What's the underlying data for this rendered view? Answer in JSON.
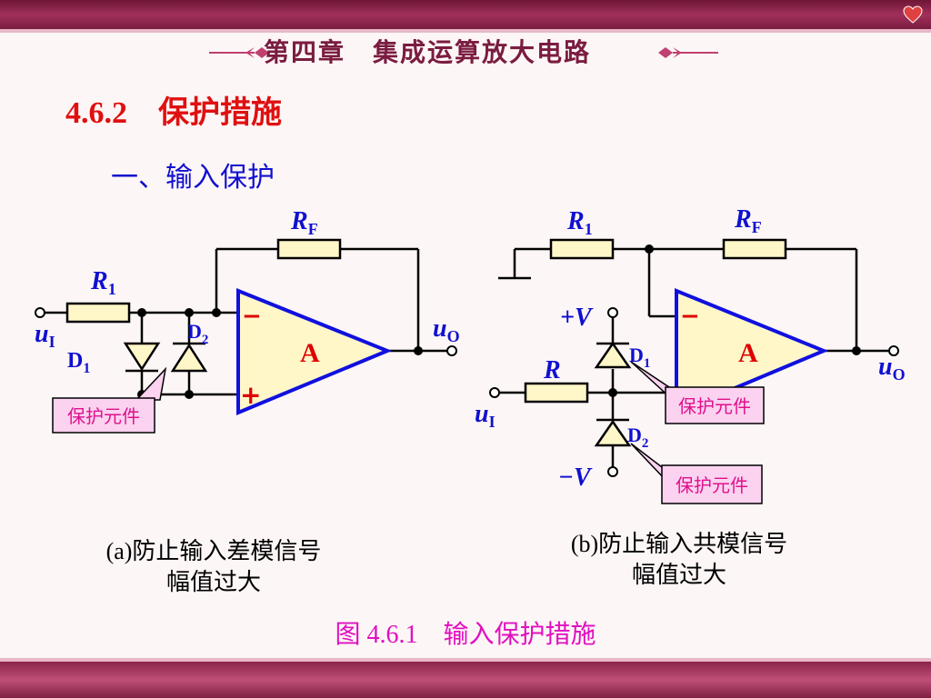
{
  "header": {
    "chapter_title": "第四章　集成运算放大电路"
  },
  "section": {
    "number_title": "4.6.2　保护措施",
    "subtitle": "一、输入保护"
  },
  "circuit_a": {
    "rf": "R",
    "rf_sub": "F",
    "r1": "R",
    "r1_sub": "1",
    "d1": "D",
    "d1_sub": "1",
    "d2": "D",
    "d2_sub": "2",
    "ui": "u",
    "ui_sub": "I",
    "uo": "u",
    "uo_sub": "O",
    "amp": "A",
    "minus": "−",
    "plus": "+",
    "callout": "保护元件",
    "caption_line1": "(a)防止输入差模信号",
    "caption_line2": "幅值过大"
  },
  "circuit_b": {
    "r1": "R",
    "r1_sub": "1",
    "rf": "R",
    "rf_sub": "F",
    "r": "R",
    "pv": "+V",
    "nv": "−V",
    "d1": "D",
    "d1_sub": "1",
    "d2": "D",
    "d2_sub": "2",
    "ui": "u",
    "ui_sub": "I",
    "uo": "u",
    "uo_sub": "O",
    "amp": "A",
    "minus": "−",
    "callout1": "保护元件",
    "callout2": "保护元件",
    "caption_line1": "(b)防止输入共模信号",
    "caption_line2": "幅值过大"
  },
  "figure_caption": "图 4.6.1　输入保护措施",
  "colors": {
    "wire": "#000000",
    "amp_border": "#1010e0",
    "amp_fill": "#fff7c8",
    "resistor_fill": "#fff7c8",
    "label_blue": "#1010d0",
    "callout_text": "#e0108c",
    "callout_fill": "#fbd2f0"
  }
}
